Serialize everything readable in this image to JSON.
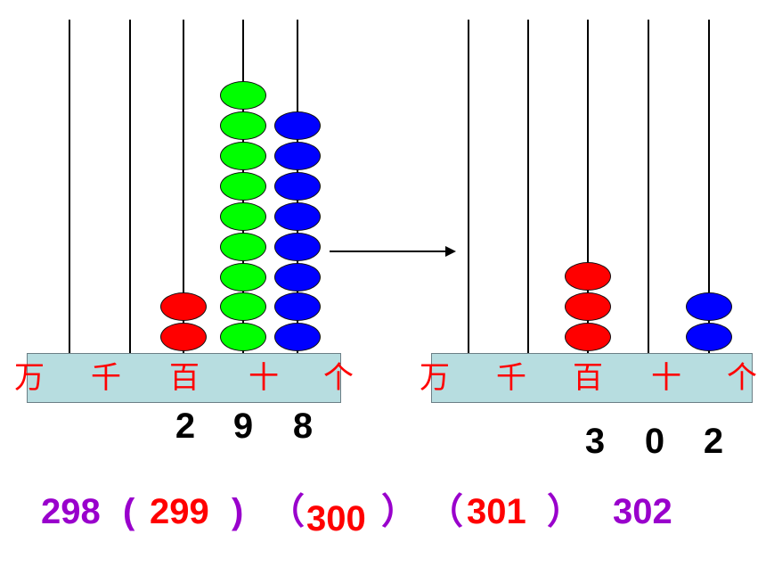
{
  "abacus_left": {
    "places": [
      "万",
      "千",
      "百",
      "十",
      "个"
    ],
    "digits": [
      "2",
      "9",
      "8"
    ],
    "bead_counts": {
      "万": 0,
      "千": 0,
      "百": 2,
      "十": 9,
      "个": 8
    }
  },
  "abacus_right": {
    "places": [
      "万",
      "千",
      "百",
      "十",
      "个"
    ],
    "digits": [
      "3",
      "0",
      "2"
    ],
    "bead_counts": {
      "万": 0,
      "千": 0,
      "百": 3,
      "十": 0,
      "个": 2
    }
  },
  "colors": {
    "hundreds": "#ff0000",
    "tens": "#00ff00",
    "ones": "#0000ff",
    "sequence_given": "#9900cc",
    "sequence_answer": "#ff0000"
  },
  "sequence": {
    "start": "298",
    "open1": "(",
    "fill1": "299",
    "close1": ")",
    "open2": "（",
    "fill2": "300",
    "close2": "）",
    "open3": "（",
    "fill3": "301",
    "close3": "）",
    "end": "302"
  }
}
